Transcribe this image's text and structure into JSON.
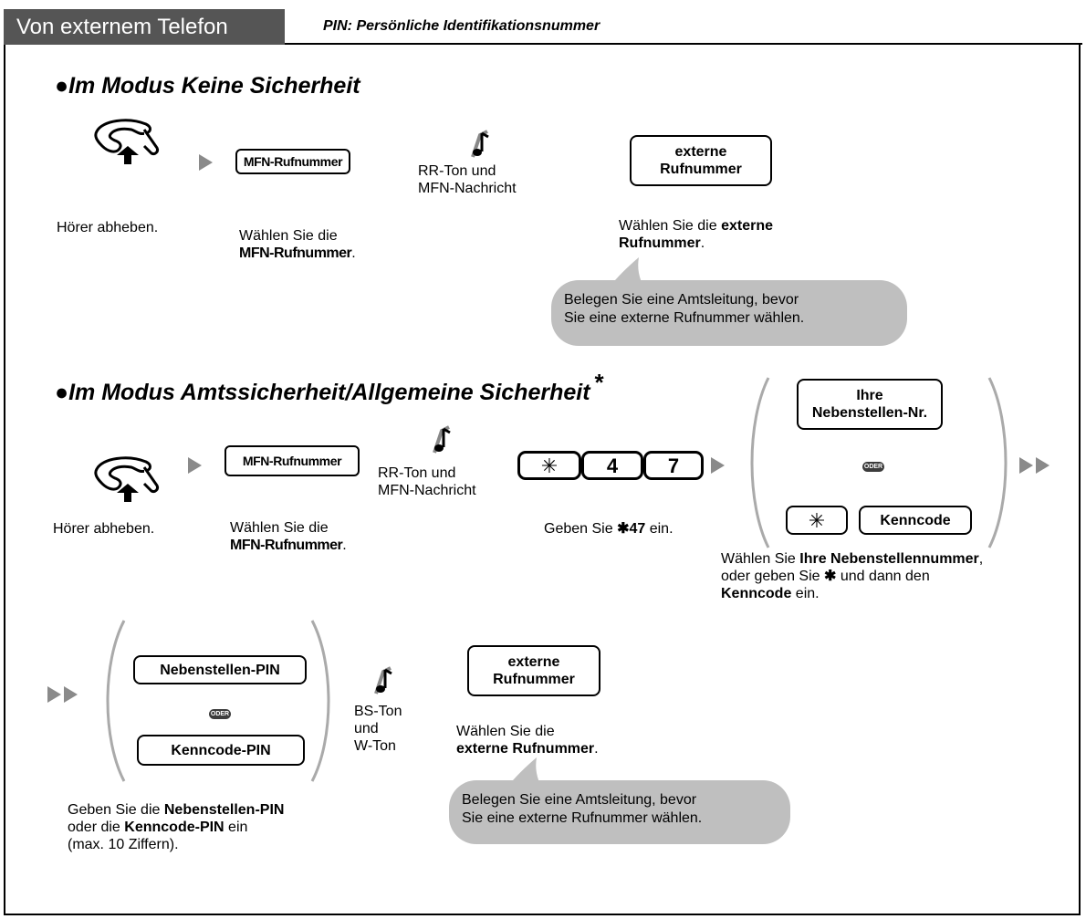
{
  "header": {
    "tab_title": "Von externem Telefon",
    "pin_note": "PIN: Persönliche Identifikationsnummer"
  },
  "mode1": {
    "title": "●Im Modus Keine Sicherheit",
    "handset_caption": "Hörer abheben.",
    "mfn_box": "MFN-Rufnummer",
    "mfn_caption_line1": "Wählen Sie die",
    "mfn_caption_bold": "MFN-Rufnummer",
    "mfn_caption_end": ".",
    "tone_line1": "RR-Ton und",
    "tone_line2": "MFN-Nachricht",
    "ext_box_line1": "externe",
    "ext_box_line2": "Rufnummer",
    "ext_caption_pre": "Wählen Sie die",
    "ext_caption_bold1": "externe",
    "ext_caption_bold2": "Rufnummer",
    "ext_caption_end": ".",
    "bubble_line1": "Belegen Sie eine Amtsleitung, bevor",
    "bubble_line2": "Sie eine externe Rufnummer wählen."
  },
  "mode2": {
    "title": "●Im Modus Amtssicherheit/Allgemeine Sicherheit",
    "star": "*",
    "handset_caption": "Hörer abheben.",
    "mfn_box": "MFN-Rufnummer",
    "mfn_caption_line1": "Wählen Sie die",
    "mfn_caption_bold": "MFN-Rufnummer",
    "mfn_caption_end": ".",
    "tone_line1": "RR-Ton und",
    "tone_line2": "MFN-Nachricht",
    "keys": [
      "✳",
      "4",
      "7"
    ],
    "keys_caption_pre": "Geben Sie ",
    "keys_caption_bold": "✱47",
    "keys_caption_end": " ein.",
    "ext_nr_line1": "Ihre",
    "ext_nr_line2": "Nebenstellen-Nr.",
    "oder": "ODER",
    "star_key": "✳",
    "kenncode": "Kenncode",
    "choice_l1_pre": "Wählen Sie ",
    "choice_l1_bold": "Ihre Nebenstellennummer",
    "choice_l1_end": ",",
    "choice_l2_pre": "oder geben Sie ",
    "choice_l2_star": "✱",
    "choice_l2_end": " und dann den",
    "choice_l3_bold": "Kenncode",
    "choice_l3_end": " ein."
  },
  "step3": {
    "pin_box1": "Nebenstellen-PIN",
    "oder": "ODER",
    "pin_box2": "Kenncode-PIN",
    "pin_l1_pre": "Geben Sie die ",
    "pin_l1_bold": "Nebenstellen-PIN",
    "pin_l2_pre": "oder die ",
    "pin_l2_bold": "Kenncode-PIN",
    "pin_l2_end": " ein",
    "pin_l3": "(max. 10 Ziffern).",
    "tone_line1": "BS-Ton",
    "tone_line2": "und",
    "tone_line3": "W-Ton",
    "ext_box_line1": "externe",
    "ext_box_line2": "Rufnummer",
    "ext_caption_line1": "Wählen Sie die",
    "ext_caption_bold": "externe Rufnummer",
    "ext_caption_end": ".",
    "bubble_line1": "Belegen Sie eine Amtsleitung, bevor",
    "bubble_line2": "Sie eine externe Rufnummer wählen."
  }
}
